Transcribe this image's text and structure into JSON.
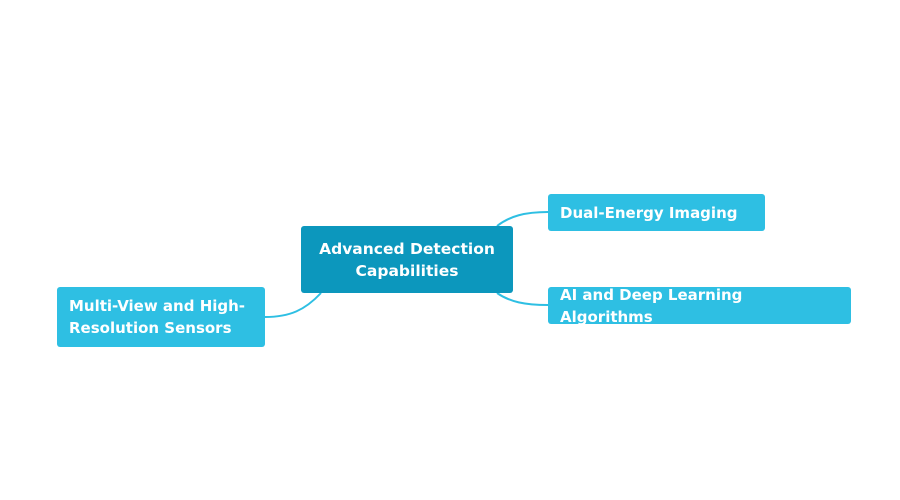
{
  "central": {
    "label": "Advanced Detection Capabilities"
  },
  "branches": [
    {
      "label": "Dual-Energy Imaging"
    },
    {
      "label": "AI and Deep Learning Algorithms"
    },
    {
      "label": "Multi-View and High-Resolution Sensors"
    }
  ],
  "colors": {
    "central_fill": "#0c97bd",
    "branch_fill": "#2ebfe3",
    "connector": "#2ebfe3",
    "text": "#ffffff"
  }
}
